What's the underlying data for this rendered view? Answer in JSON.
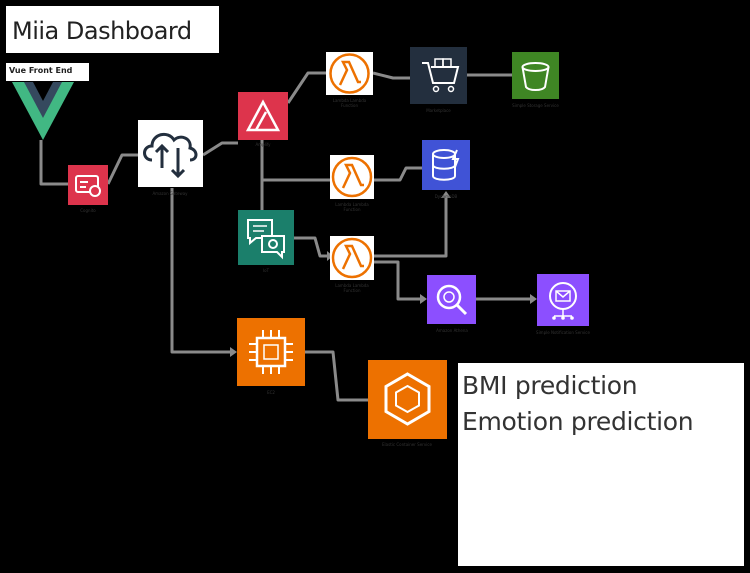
{
  "title": "Miia Dashboard",
  "vue_label": "Vue Front End",
  "nodes": {
    "cognito": {
      "label": "Cognito",
      "icon": "cognito-icon",
      "color": "#dd344c"
    },
    "api_gateway": {
      "label": "Amazon Gateway",
      "icon": "cloud-upload-download-icon",
      "color": "#ffffff"
    },
    "amplify": {
      "label": "Amplify",
      "icon": "amplify-icon",
      "color": "#dd344c"
    },
    "lambda_1": {
      "label": "Lambda Lambda Function",
      "icon": "lambda-icon",
      "color": "#ed7100"
    },
    "marketplace": {
      "label": "Marketplace",
      "icon": "marketplace-cart-icon",
      "color": "#232f3e"
    },
    "s3": {
      "label": "Simple Storage Service",
      "icon": "s3-bucket-icon",
      "color": "#3f8624"
    },
    "lambda_2": {
      "label": "Lambda Lambda Function",
      "icon": "lambda-icon",
      "color": "#ed7100"
    },
    "dynamodb": {
      "label": "DynamoDB",
      "icon": "dynamodb-icon",
      "color": "#4053d6"
    },
    "iot": {
      "label": "IoT",
      "icon": "iot-chat-icon",
      "color": "#1b7f6b"
    },
    "lambda_3": {
      "label": "Lambda Lambda Function",
      "icon": "lambda-icon",
      "color": "#ed7100"
    },
    "athena": {
      "label": "Amazon Athena",
      "icon": "athena-search-icon",
      "color": "#8c4fff"
    },
    "sns": {
      "label": "Simple Notification Service",
      "icon": "sns-mail-icon",
      "color": "#8c4fff"
    },
    "ec2": {
      "label": "EC2",
      "icon": "ec2-chip-icon",
      "color": "#ed7100"
    },
    "ecs": {
      "label": "Elastic Container Service",
      "icon": "ecs-hexagon-icon",
      "color": "#ed7100"
    }
  },
  "predictions": [
    "BMI prediction",
    "Emotion prediction"
  ]
}
